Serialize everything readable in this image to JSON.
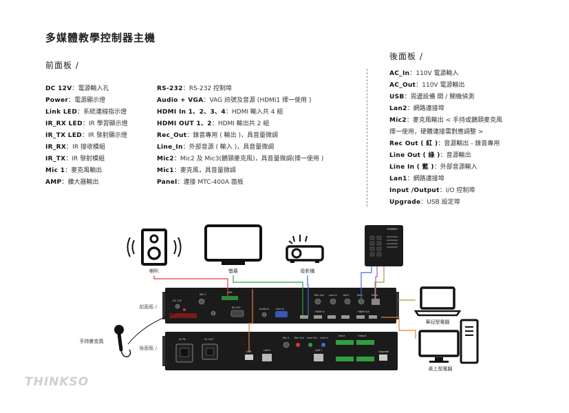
{
  "title": "多媒體教學控制器主機",
  "front_panel": {
    "heading": "前面板 /",
    "col1": [
      {
        "key": "DC 12V",
        "desc": "電源輸入孔"
      },
      {
        "key": "Power",
        "desc": "電源顯示燈"
      },
      {
        "key": "Link LED",
        "desc": "系統連線指示燈"
      },
      {
        "key": "IR_RX LED",
        "desc": "IR 學習顯示燈"
      },
      {
        "key": "IR_TX LED",
        "desc": "IR 發射顯示燈"
      },
      {
        "key": "IR_RX",
        "desc": "IR 接收模組"
      },
      {
        "key": "IR_TX",
        "desc": "IR 發射模組"
      },
      {
        "key": "Mic 1",
        "desc": "麥克風輸出"
      },
      {
        "key": "AMP",
        "desc": "擴大器輸出"
      }
    ],
    "col2": [
      {
        "key": "RS-232",
        "desc": "RS-232 控制埠"
      },
      {
        "key": "Audio + VGA",
        "desc": "VAG 訊號及音源 (HDMI1 擇一使用 )"
      },
      {
        "key": "HDMI In 1、2、3、4",
        "desc": "HDMI 輸入共 4 組"
      },
      {
        "key": "HDMI OUT 1、2",
        "desc": "HDMI 輸出共 2 組"
      },
      {
        "key": "Rec_Out",
        "desc": "錄音專用 ( 輸出 )，具音量微調"
      },
      {
        "key": "Line_In",
        "desc": "外部音源 ( 輸入 )，具音量微調"
      },
      {
        "key": "Mic2",
        "desc": "Mic2 及 Mic3(鵝頸麥克風)，具音量微調(擇一使用 )"
      },
      {
        "key": "Mic1",
        "desc": "麥克風，具音量微調"
      },
      {
        "key": "Panel",
        "desc": "連接 MTC-400A 面板"
      }
    ]
  },
  "back_panel": {
    "heading": "後面板 /",
    "items": [
      {
        "key": "AC_In",
        "desc": "110V 電源輸入"
      },
      {
        "key": "AC_Out",
        "desc": "110V 電源輸出"
      },
      {
        "key": "USB",
        "desc": "周邊設備 開 / 關機偵測"
      },
      {
        "key": "Lan2",
        "desc": "網路連接埠"
      },
      {
        "key": "Mic2",
        "desc": "麥克風輸出 < 手持或鵝頸麥克風"
      },
      {
        "key": "",
        "desc": "擇一使用，硬體連接需對應調整 >"
      },
      {
        "key": "Rec Out ( 紅 )",
        "desc": "音源輸出 - 錄音專用"
      },
      {
        "key": "Line Out ( 綠 )",
        "desc": "音源輸出"
      },
      {
        "key": "Line In ( 藍 )",
        "desc": "外部音源輸入"
      },
      {
        "key": "Lan1",
        "desc": "網路連接埠"
      },
      {
        "key": "Input /Output",
        "desc": "I/O 控制埠"
      },
      {
        "key": "Upgrade",
        "desc": "USB 設定埠"
      }
    ]
  },
  "devices": {
    "speaker": "喇叭",
    "screen": "螢幕",
    "projector": "投影機",
    "laptop": "筆記型電腦",
    "desktop": "桌上型電腦",
    "handheld_mic": "手持麥克風",
    "front_label": "前面板 /",
    "back_label": "後面板 /"
  },
  "device_front_labels": {
    "mic1": "MIC 1",
    "amp": "AMP",
    "dc": "DC 12V",
    "rs232": "RS-232",
    "audio_in": "Audio In",
    "vga_in": "VGA In",
    "hdmi_in": "HDMI In",
    "hdmi_out": "HDMI Out",
    "rec_out": "Rec Out",
    "line_in": "Line In",
    "mic2": "Mic2",
    "mic1b": "Mic1",
    "panel": "Panel"
  },
  "device_back_labels": {
    "ac_in": "AC IN",
    "ac_out": "AC OUT",
    "usb": "USB",
    "lan2": "LAN 2",
    "mic2": "Mic 2",
    "rec_out": "Rec Out",
    "line_out": "Line Out",
    "line_in": "Line In",
    "lan1": "LAN 1",
    "input": "Input",
    "output": "Output",
    "upgrade": "Upgrade"
  },
  "logo": "THINKSO",
  "panel_device_brand": "THINKSO",
  "colors": {
    "red_wire": "#e23b3b",
    "green_wire": "#2e9e3e",
    "blue_wire": "#3a6fd8",
    "orange_wire": "#e0833a",
    "purple_wire": "#9b5ab8",
    "olive_wire": "#a89a3a",
    "panel_bg": "#1b1b1b"
  }
}
